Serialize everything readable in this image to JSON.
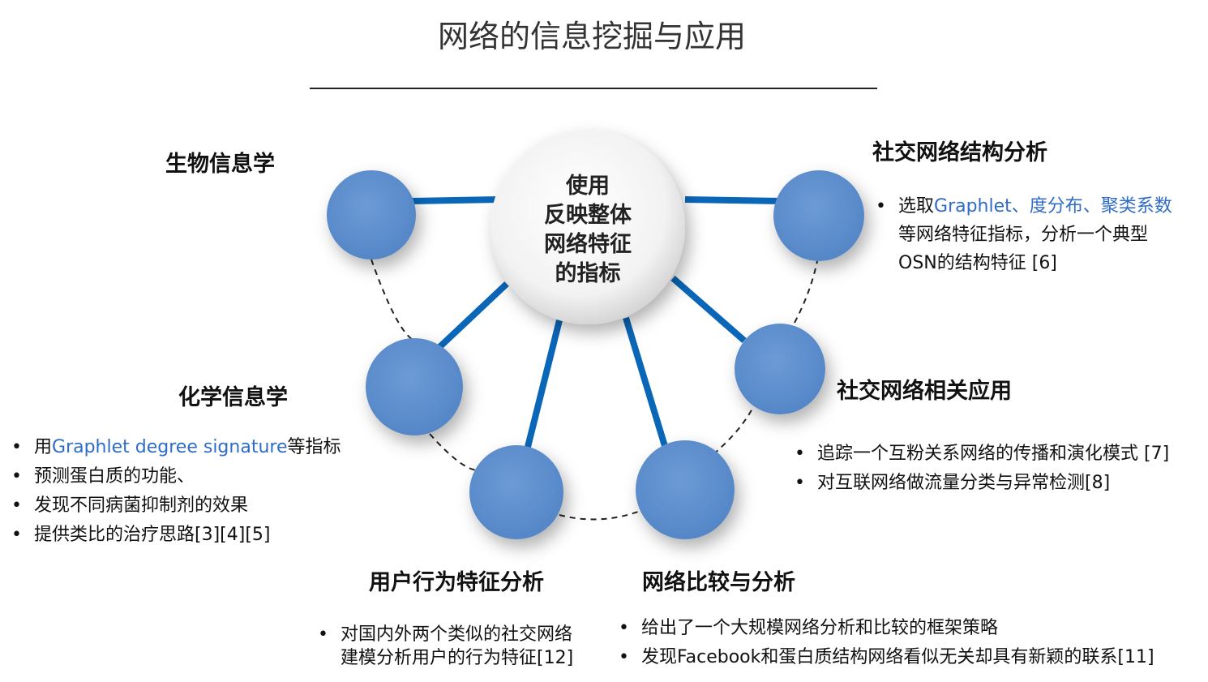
{
  "title": "网络的信息挖掘与应用",
  "center": {
    "lines": [
      "使用",
      "反映整体",
      "网络特征",
      "的指标"
    ]
  },
  "colors": {
    "connector": "#0a66b7",
    "node": "#5b8fcf",
    "highlight": "#2f6cc6"
  },
  "nodes": {
    "bio": {
      "heading": "生物信息学"
    },
    "chem": {
      "heading": "化学信息学",
      "bullets": [
        {
          "pre": "用",
          "hl": "Graphlet degree signature",
          "post": "等指标"
        },
        {
          "pre": "预测蛋白质的功能、"
        },
        {
          "pre": "发现不同病菌抑制剂的效果"
        },
        {
          "pre": "提供类比的治疗思路[3][4][5]"
        }
      ]
    },
    "social_struct": {
      "heading": "社交网络结构分析",
      "bullet": {
        "pre": "选取",
        "hl": "Graphlet、度分布、聚类系数",
        "post": "等网络特征指标，分析一个典型OSN的结构特征 [6]"
      }
    },
    "social_app": {
      "heading": "社交网络相关应用",
      "bullets": [
        "追踪一个互粉关系网络的传播和演化模式 [7]",
        "对互联网络做流量分类与异常检测[8]"
      ]
    },
    "user": {
      "heading": "用户行为特征分析",
      "bullet": "对国内外两个类似的社交网络建模分析用户的行为特征[12]"
    },
    "compare": {
      "heading": "网络比较与分析",
      "bullets": [
        "给出了一个大规模网络分析和比较的框架策略",
        "发现Facebook和蛋白质结构网络看似无关却具有新颖的联系[11]"
      ]
    }
  }
}
